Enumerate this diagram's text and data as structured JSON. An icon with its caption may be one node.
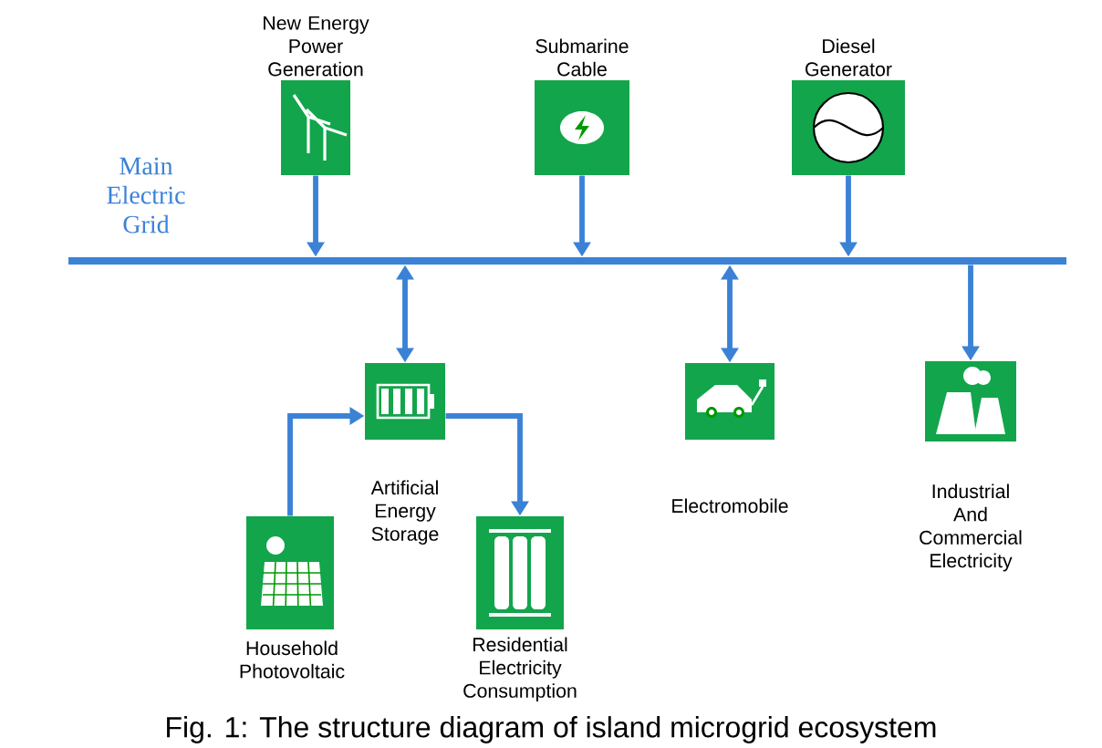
{
  "diagram": {
    "caption": "Fig. 1:  The structure diagram of island microgrid ecosystem",
    "nodes": [
      {
        "text": [
          "New Energy Power Generation"
        ]
      },
      {
        "text": [
          "Submarine Cable"
        ]
      },
      {
        "text": [
          "Diesel Generator"
        ]
      },
      {
        "text": [
          "Main Electric Grid"
        ]
      },
      {
        "text": [
          "Artificial Energy Storage"
        ]
      },
      {
        "text": [
          "Electromobile"
        ]
      },
      {
        "text": [
          "Industrial And Commercial Electricity"
        ]
      },
      {
        "text": [
          "Household Photovoltaic"
        ]
      },
      {
        "text": [
          "Residential Electricity Consumption"
        ]
      }
    ],
    "edges": [
      {
        "from": 0,
        "to": 3,
        "arrow": "to"
      },
      {
        "from": 1,
        "to": 3,
        "arrow": "to"
      },
      {
        "from": 2,
        "to": 3,
        "arrow": "to"
      },
      {
        "from": 3,
        "to": 4,
        "arrow": "both"
      },
      {
        "from": 3,
        "to": 5,
        "arrow": "both"
      },
      {
        "from": 3,
        "to": 6,
        "arrow": "to"
      },
      {
        "from": 7,
        "to": 4,
        "arrow": "to"
      },
      {
        "from": 4,
        "to": 8,
        "arrow": "to"
      }
    ]
  }
}
